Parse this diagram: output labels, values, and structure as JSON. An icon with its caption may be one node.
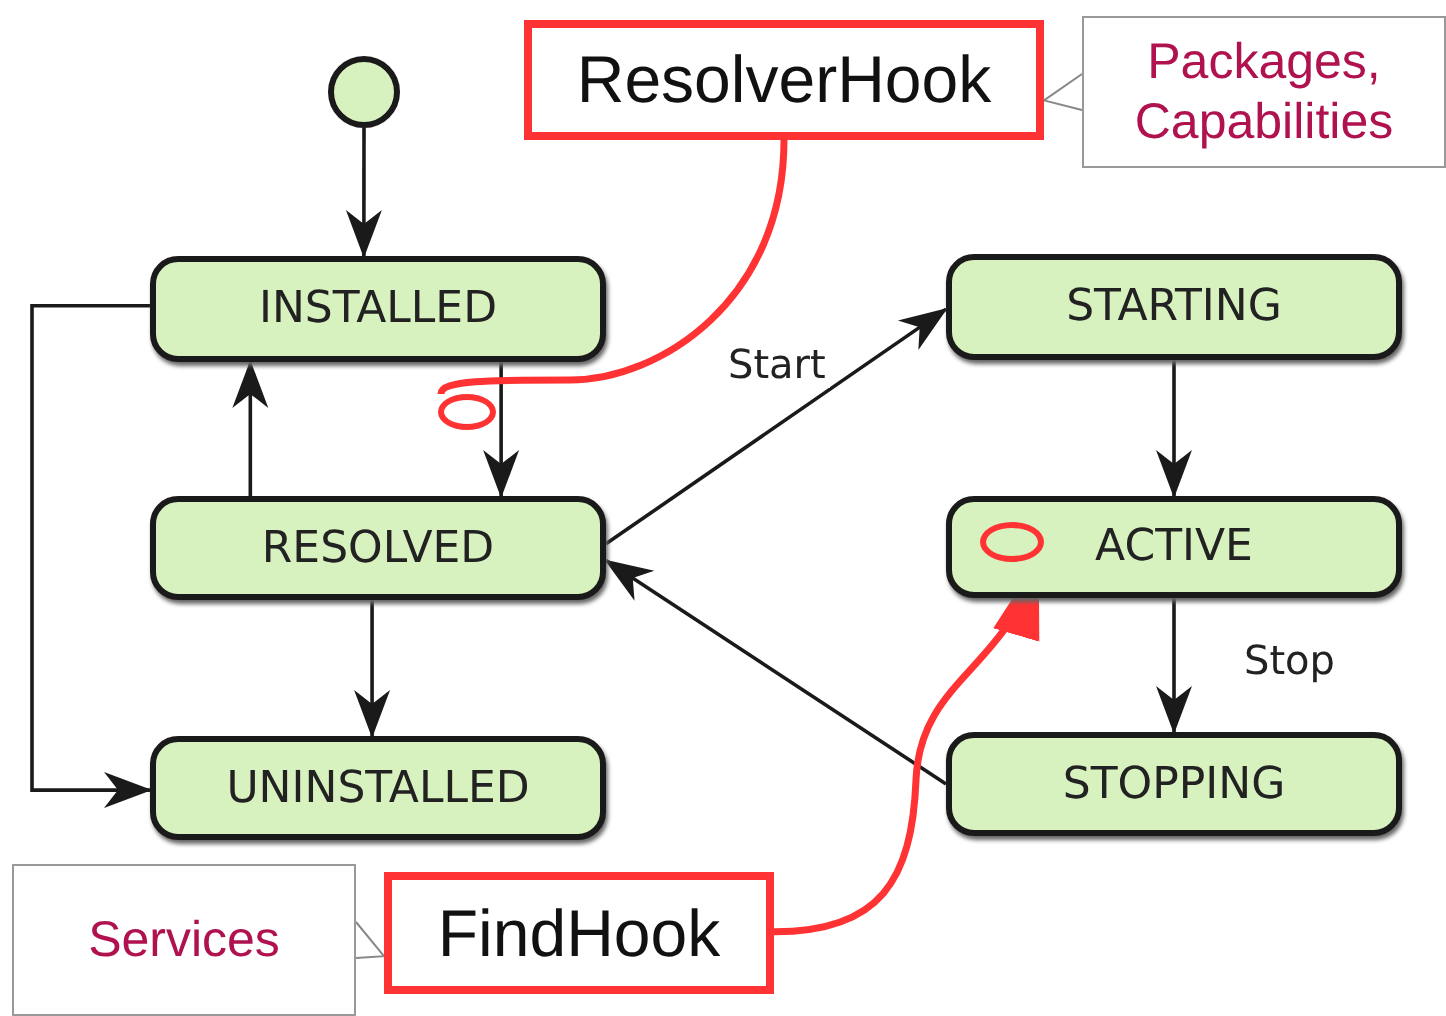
{
  "diagram": {
    "nodes": [
      {
        "text": [],
        "shape": "circle"
      },
      {
        "text": [
          "INSTALLED"
        ]
      },
      {
        "text": [
          "RESOLVED"
        ]
      },
      {
        "text": [
          "UNINSTALLED"
        ]
      },
      {
        "text": [
          "STARTING"
        ]
      },
      {
        "text": [
          "ACTIVE"
        ]
      },
      {
        "text": [
          "STOPPING"
        ]
      },
      {
        "text": [
          "ResolverHook"
        ]
      },
      {
        "text": [
          "Packages, Capabilities"
        ]
      },
      {
        "text": [
          "FindHook"
        ]
      },
      {
        "text": [
          "Services"
        ]
      },
      {
        "text": [],
        "shape": "circle"
      },
      {
        "text": [],
        "shape": "circle",
        "in": 5
      }
    ],
    "edges": [
      {
        "from": 0,
        "to": 1,
        "arrow": "to"
      },
      {
        "from": 1,
        "to": 2,
        "arrow": "to"
      },
      {
        "from": 2,
        "to": 1,
        "arrow": "to"
      },
      {
        "from": 2,
        "to": 3,
        "arrow": "to"
      },
      {
        "from": 1,
        "to": 3,
        "arrow": "to"
      },
      {
        "from": 2,
        "to": 4,
        "arrow": "to",
        "label": "Start"
      },
      {
        "from": 4,
        "to": 5,
        "arrow": "to"
      },
      {
        "from": 5,
        "to": 6,
        "arrow": "to",
        "label": "Stop"
      },
      {
        "from": 6,
        "to": 2,
        "arrow": "to"
      },
      {
        "from": 7,
        "to": 11,
        "arrow": "none",
        "style": "thick",
        "color": "#ff3333"
      },
      {
        "from": 9,
        "to": 12,
        "arrow": "to",
        "style": "thick",
        "color": "#ff3333"
      },
      {
        "from": 8,
        "to": 7,
        "arrow": "to",
        "color": "#888888"
      },
      {
        "from": 10,
        "to": 9,
        "arrow": "to",
        "color": "#888888"
      }
    ]
  }
}
